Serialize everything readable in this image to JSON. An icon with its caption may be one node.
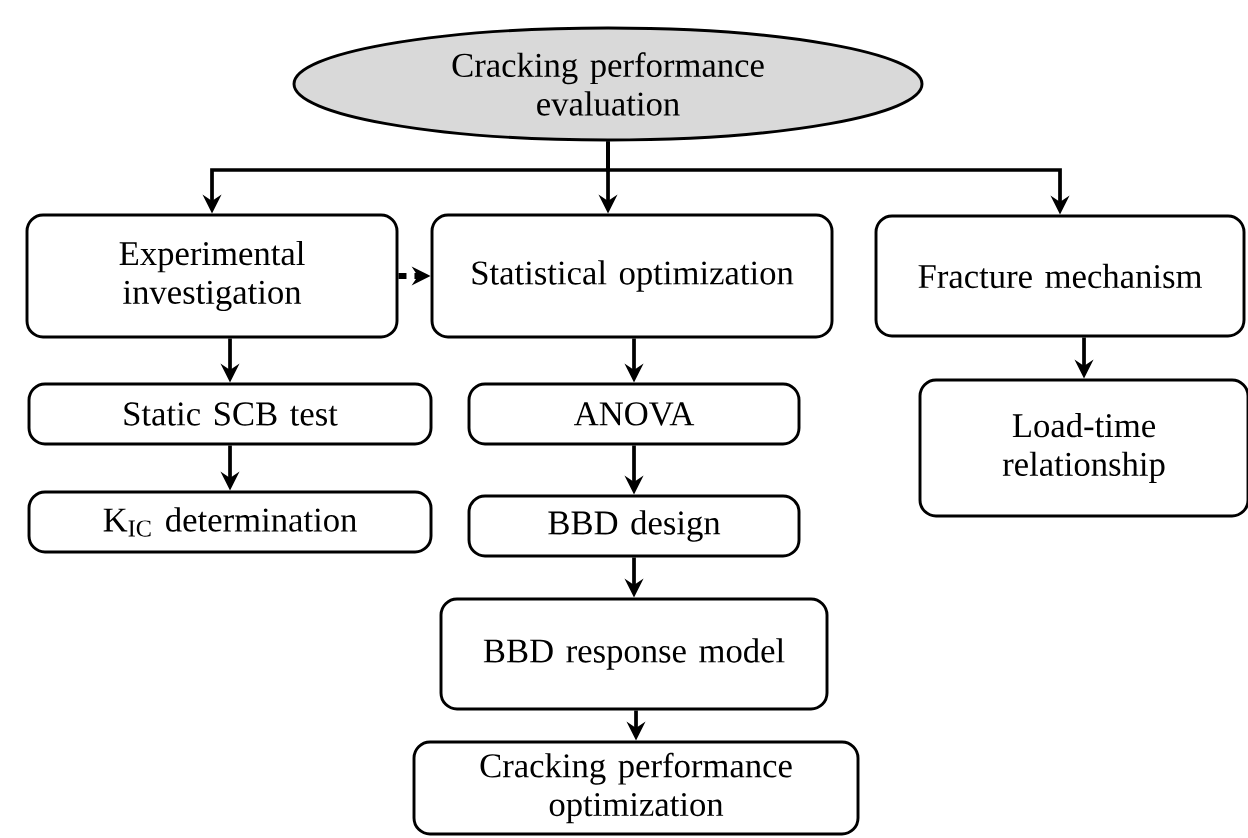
{
  "diagram": {
    "nodes": [
      {
        "text": [
          "Cracking performance evaluation"
        ]
      },
      {
        "text": [
          "Experimental investigation"
        ]
      },
      {
        "text": [
          "Statistical optimization"
        ]
      },
      {
        "text": [
          "Fracture mechanism"
        ]
      },
      {
        "text": [
          "Static SCB test"
        ]
      },
      {
        "text": [
          "K$_{IC}$ determination"
        ]
      },
      {
        "text": [
          "ANOVA"
        ]
      },
      {
        "text": [
          "BBD design"
        ]
      },
      {
        "text": [
          "BBD response model"
        ]
      },
      {
        "text": [
          "Cracking performance optimization"
        ]
      },
      {
        "text": [
          "Load-time relationship"
        ]
      }
    ],
    "edges": [
      {
        "from": 0,
        "to": 1,
        "arrow": "to"
      },
      {
        "from": 0,
        "to": 2,
        "arrow": "to"
      },
      {
        "from": 0,
        "to": 3,
        "arrow": "to"
      },
      {
        "from": 1,
        "to": 2,
        "arrow": "to",
        "style": "dashed"
      },
      {
        "from": 1,
        "to": 4,
        "arrow": "to"
      },
      {
        "from": 4,
        "to": 5,
        "arrow": "to"
      },
      {
        "from": 2,
        "to": 6,
        "arrow": "to"
      },
      {
        "from": 6,
        "to": 7,
        "arrow": "to"
      },
      {
        "from": 7,
        "to": 8,
        "arrow": "to"
      },
      {
        "from": 8,
        "to": 9,
        "arrow": "to"
      },
      {
        "from": 3,
        "to": 10,
        "arrow": "to"
      }
    ]
  }
}
